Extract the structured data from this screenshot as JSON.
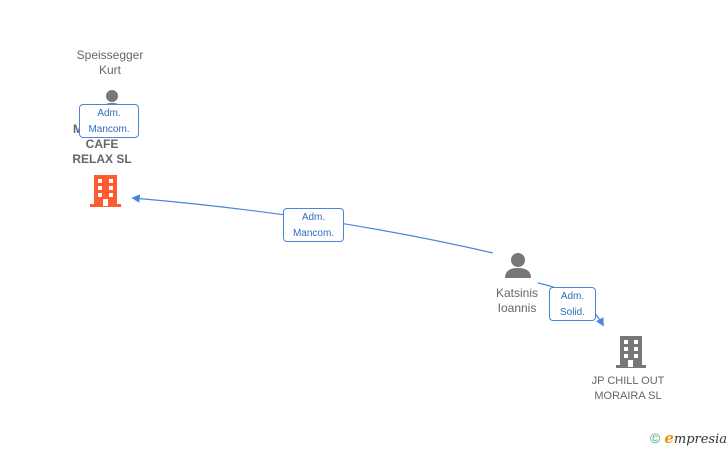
{
  "nodes": {
    "speissegger": {
      "name": "Speissegger\nKurt",
      "type": "person"
    },
    "cafe": {
      "name": "CAFE\nRELAX SL",
      "name_prefix": "M",
      "type": "company",
      "highlight_color": "#ff5b2e"
    },
    "katsinis": {
      "name": "Katsinis\nIoannis",
      "type": "person"
    },
    "jpchill": {
      "name": "JP CHILL OUT\nMORAIRA SL",
      "type": "company"
    }
  },
  "edges": [
    {
      "from": "speissegger",
      "to": "cafe",
      "label": "Adm.\nMancom."
    },
    {
      "from": "katsinis",
      "to": "cafe",
      "label": "Adm.\nMancom."
    },
    {
      "from": "katsinis",
      "to": "jpchill",
      "label": "Adm.\nSolid."
    }
  ],
  "colors": {
    "edge": "#4a86d8",
    "person_icon": "#777777",
    "company_icon": "#777777"
  },
  "footer": {
    "copyright_symbol": "©",
    "brand_initial": "e",
    "brand_rest": "mpresia"
  }
}
